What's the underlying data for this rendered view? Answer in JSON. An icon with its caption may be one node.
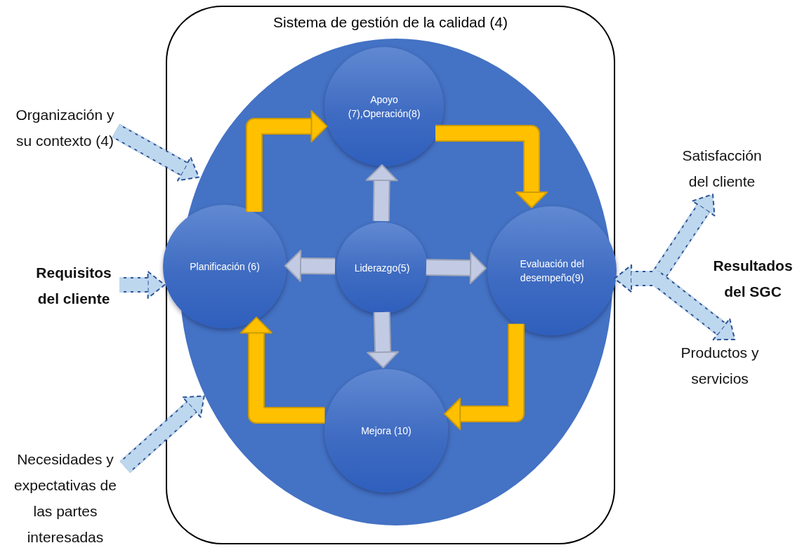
{
  "diagram": {
    "nodes": [
      {
        "text": [
          "Sistema de gestión de la calidad (4)"
        ]
      },
      {
        "text": [],
        "shape": "circle",
        "in": 0
      },
      {
        "text": [
          "Apoyo (7),Operación(8)"
        ],
        "in": 1
      },
      {
        "text": [
          "Planificación (6)"
        ],
        "in": 1
      },
      {
        "text": [
          "Liderazgo(5)"
        ],
        "in": 1
      },
      {
        "text": [
          "Evaluación del desempeño(9)"
        ],
        "in": 1
      },
      {
        "text": [
          "Mejora (10)"
        ],
        "in": 1
      },
      {
        "text": [
          "Organización y su contexto (4)"
        ]
      },
      {
        "text": [
          "Requisitos del cliente"
        ]
      },
      {
        "text": [
          "Necesidades y expectativas de las partes interesadas"
        ]
      },
      {
        "text": [
          "Satisfacción del cliente"
        ]
      },
      {
        "text": [
          "Resultados del SGC"
        ]
      },
      {
        "text": [
          "Productos y servicios"
        ]
      }
    ],
    "edges": [
      {
        "from": 7,
        "to": 1,
        "arrow": "to",
        "style": "dashed",
        "color": "#bdd7ee"
      },
      {
        "from": 8,
        "to": 3,
        "arrow": "to",
        "style": "dashed",
        "color": "#bdd7ee"
      },
      {
        "from": 9,
        "to": 1,
        "arrow": "to",
        "style": "dashed",
        "color": "#bdd7ee"
      },
      {
        "from": 5,
        "to": 10,
        "arrow": "both",
        "style": "dashed",
        "color": "#bdd7ee"
      },
      {
        "from": 5,
        "to": 12,
        "arrow": "both",
        "style": "dashed",
        "color": "#bdd7ee"
      },
      {
        "from": 3,
        "to": 2,
        "arrow": "to",
        "color": "#ffc000"
      },
      {
        "from": 2,
        "to": 5,
        "arrow": "to",
        "color": "#ffc000"
      },
      {
        "from": 5,
        "to": 6,
        "arrow": "to",
        "color": "#ffc000"
      },
      {
        "from": 6,
        "to": 3,
        "arrow": "to",
        "color": "#ffc000"
      },
      {
        "from": 4,
        "to": 2,
        "arrow": "to",
        "color": "#c3cbe4"
      },
      {
        "from": 4,
        "to": 3,
        "arrow": "to",
        "color": "#c3cbe4"
      },
      {
        "from": 4,
        "to": 5,
        "arrow": "to",
        "color": "#c3cbe4"
      },
      {
        "from": 4,
        "to": 6,
        "arrow": "to",
        "color": "#c3cbe4"
      }
    ]
  }
}
